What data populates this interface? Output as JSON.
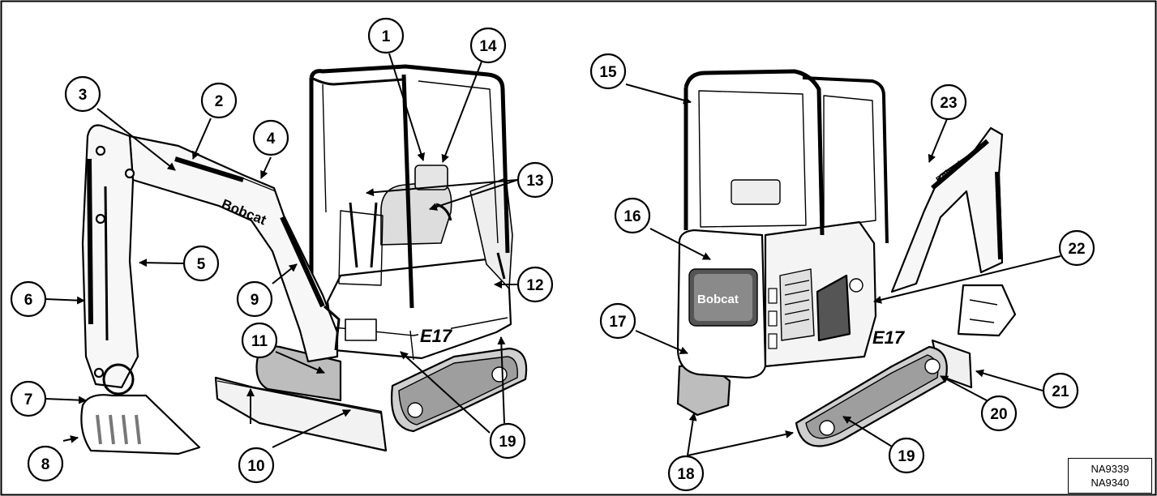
{
  "figure_codes": [
    "NA9339",
    "NA9340"
  ],
  "machine_logo": "Bobcat",
  "model_label": "E17",
  "callouts": [
    {
      "id": "c1",
      "label": "1"
    },
    {
      "id": "c2",
      "label": "2"
    },
    {
      "id": "c3",
      "label": "3"
    },
    {
      "id": "c4",
      "label": "4"
    },
    {
      "id": "c5",
      "label": "5"
    },
    {
      "id": "c6",
      "label": "6"
    },
    {
      "id": "c7",
      "label": "7"
    },
    {
      "id": "c8",
      "label": "8"
    },
    {
      "id": "c9",
      "label": "9"
    },
    {
      "id": "c10",
      "label": "10"
    },
    {
      "id": "c11",
      "label": "11"
    },
    {
      "id": "c12",
      "label": "12"
    },
    {
      "id": "c13",
      "label": "13"
    },
    {
      "id": "c14",
      "label": "14"
    },
    {
      "id": "c15",
      "label": "15"
    },
    {
      "id": "c16",
      "label": "16"
    },
    {
      "id": "c17",
      "label": "17"
    },
    {
      "id": "c18",
      "label": "18"
    },
    {
      "id": "c19a",
      "label": "19"
    },
    {
      "id": "c19b",
      "label": "19"
    },
    {
      "id": "c20",
      "label": "20"
    },
    {
      "id": "c21",
      "label": "21"
    },
    {
      "id": "c22",
      "label": "22"
    },
    {
      "id": "c23",
      "label": "23"
    }
  ]
}
